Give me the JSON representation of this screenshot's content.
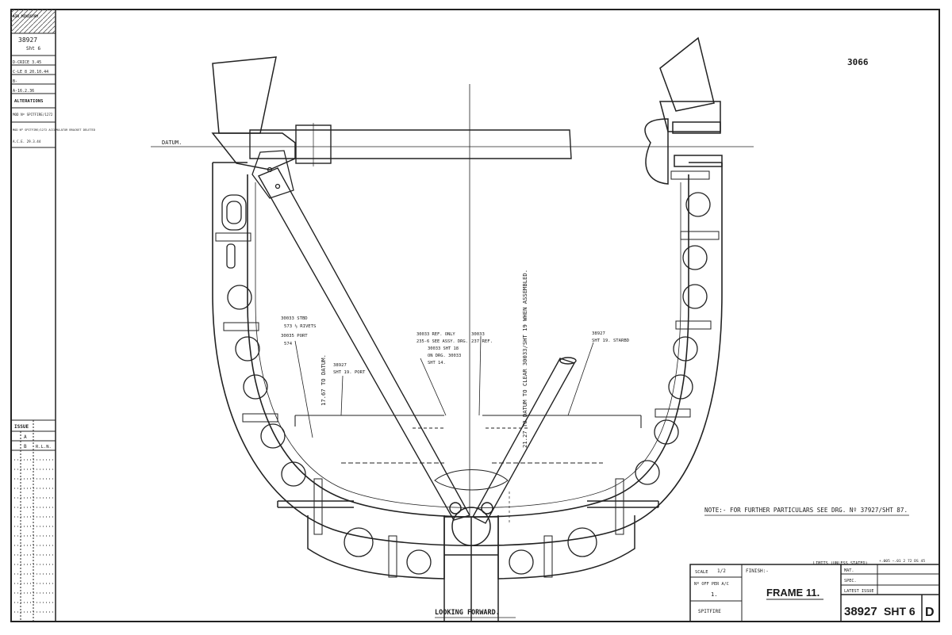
{
  "sheet_number": "3066",
  "title_block": {
    "top_stamp": "AIR MINISTRY",
    "drawing_ref": "38927",
    "drawing_sheet": "Sht 6",
    "issue_rows": [
      "D-CRICE 3.45",
      "C-LE 8 20.10.44",
      "B-",
      "A-16.2.36"
    ],
    "alterations_heading": "ALTERATIONS",
    "alteration_a": "MOD Nº SPITFIRE/1272",
    "alteration_b": "MOD Nº SPITFIRE/1272 ACCUMULATOR BRACKET DELETED",
    "alteration_b_date": "A.C.E. 29.3.44",
    "issue_label": "ISSUE",
    "issue_col_a": "A",
    "issue_col_b": "B",
    "issue_col_rln": "R.L.N.",
    "scale_label": "SCALE",
    "scale_value": "1/2",
    "nos_off_label": "Nº OFF PER A/C",
    "nos_off_value": "1.",
    "aircraft": "SPITFIRE",
    "finish_label": "FINISH:-",
    "limits_label": "LIMITS (UNLESS STATED)",
    "limits_value": "+.005 −.01 2 72 DS 45",
    "mat_label": "MAT.",
    "spec_label": "SPEC.",
    "latest_issue_label": "LATEST ISSUE",
    "part_title": "FRAME 11.",
    "drawing_no": "38927",
    "sheet_no": "SHT 6",
    "issue_letter": "D"
  },
  "note": "NOTE:-  FOR FURTHER PARTICULARS SEE DRG. Nº 37927/SHT 87.",
  "view_label": "LOOKING FORWARD.",
  "datum_label": "DATUM.",
  "dimension_left": "17.67 TO DATUM.",
  "dimension_center": "21.27 TO DATUM TO CLEAR 30033/SHT 19 WHEN ASSEMBLED.",
  "callouts": {
    "c1_l1": "30033 STBD",
    "c1_l2": "573 ½ RIVETS",
    "c1_l3": "30035 PORT",
    "c1_l4": "574",
    "c2_l1": "38927",
    "c2_l2": "SHT 19. PORT",
    "c3_l1": "30033 REF. ONLY",
    "c3_l2": "235-6 SEE ASSY. DRG.",
    "c3_l3": "30033 SHT 18",
    "c3_l4": "ON DRG. 30033",
    "c3_l5": "SHT 14.",
    "c4_l1": "30033",
    "c4_l2": "237 REF.",
    "c5_l1": "38927",
    "c5_l2": "SHT 19. STARBD"
  }
}
